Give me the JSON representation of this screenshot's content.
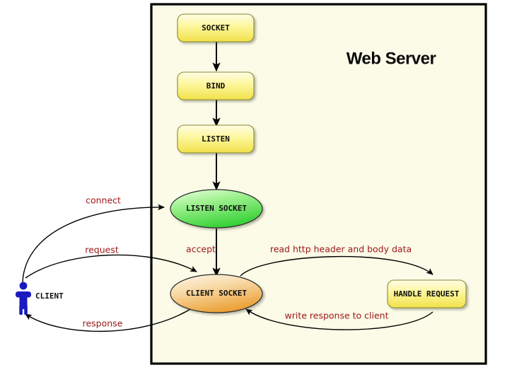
{
  "diagram": {
    "title": "Web Server",
    "frame": {
      "background_color": "#fbfbe8",
      "border_color": "#000000"
    },
    "colors": {
      "box_fill_top": "#fffde2",
      "box_fill_bottom": "#f2e34d",
      "box_stroke": "#8a8a2e",
      "listen_socket_top": "#d8ffcd",
      "listen_socket_bottom": "#3bd23b",
      "client_socket_top": "#fdf0dd",
      "client_socket_bottom": "#eda33c",
      "edge_label": "#9c1616",
      "client_figure": "#1a1ac0",
      "edge_stroke": "#000000"
    },
    "server_nodes": [
      {
        "id": "socket",
        "label": "SOCKET",
        "shape": "rounded-box"
      },
      {
        "id": "bind",
        "label": "BIND",
        "shape": "rounded-box"
      },
      {
        "id": "listen",
        "label": "LISTEN",
        "shape": "rounded-box"
      },
      {
        "id": "listen-socket",
        "label": "LISTEN SOCKET",
        "shape": "ellipse"
      },
      {
        "id": "client-socket",
        "label": "CLIENT SOCKET",
        "shape": "ellipse"
      },
      {
        "id": "handle-request",
        "label": "HANDLE REQUEST",
        "shape": "rounded-box"
      }
    ],
    "actor": {
      "id": "client",
      "label": "CLIENT",
      "shape": "stick-figure"
    },
    "edges": [
      {
        "id": "socket-bind",
        "from": "socket",
        "to": "bind",
        "label": ""
      },
      {
        "id": "bind-listen",
        "from": "bind",
        "to": "listen",
        "label": ""
      },
      {
        "id": "listen-listensocket",
        "from": "listen",
        "to": "listen-socket",
        "label": ""
      },
      {
        "id": "connect",
        "from": "client",
        "to": "listen-socket",
        "label": "connect"
      },
      {
        "id": "accept",
        "from": "listen-socket",
        "to": "client-socket",
        "label": "accept"
      },
      {
        "id": "request",
        "from": "client",
        "to": "client-socket",
        "label": "request"
      },
      {
        "id": "response",
        "from": "client-socket",
        "to": "client",
        "label": "response"
      },
      {
        "id": "read-http",
        "from": "client-socket",
        "to": "handle-request",
        "label": "read http header and body data"
      },
      {
        "id": "write-response",
        "from": "handle-request",
        "to": "client-socket",
        "label": "write response to client"
      }
    ]
  }
}
